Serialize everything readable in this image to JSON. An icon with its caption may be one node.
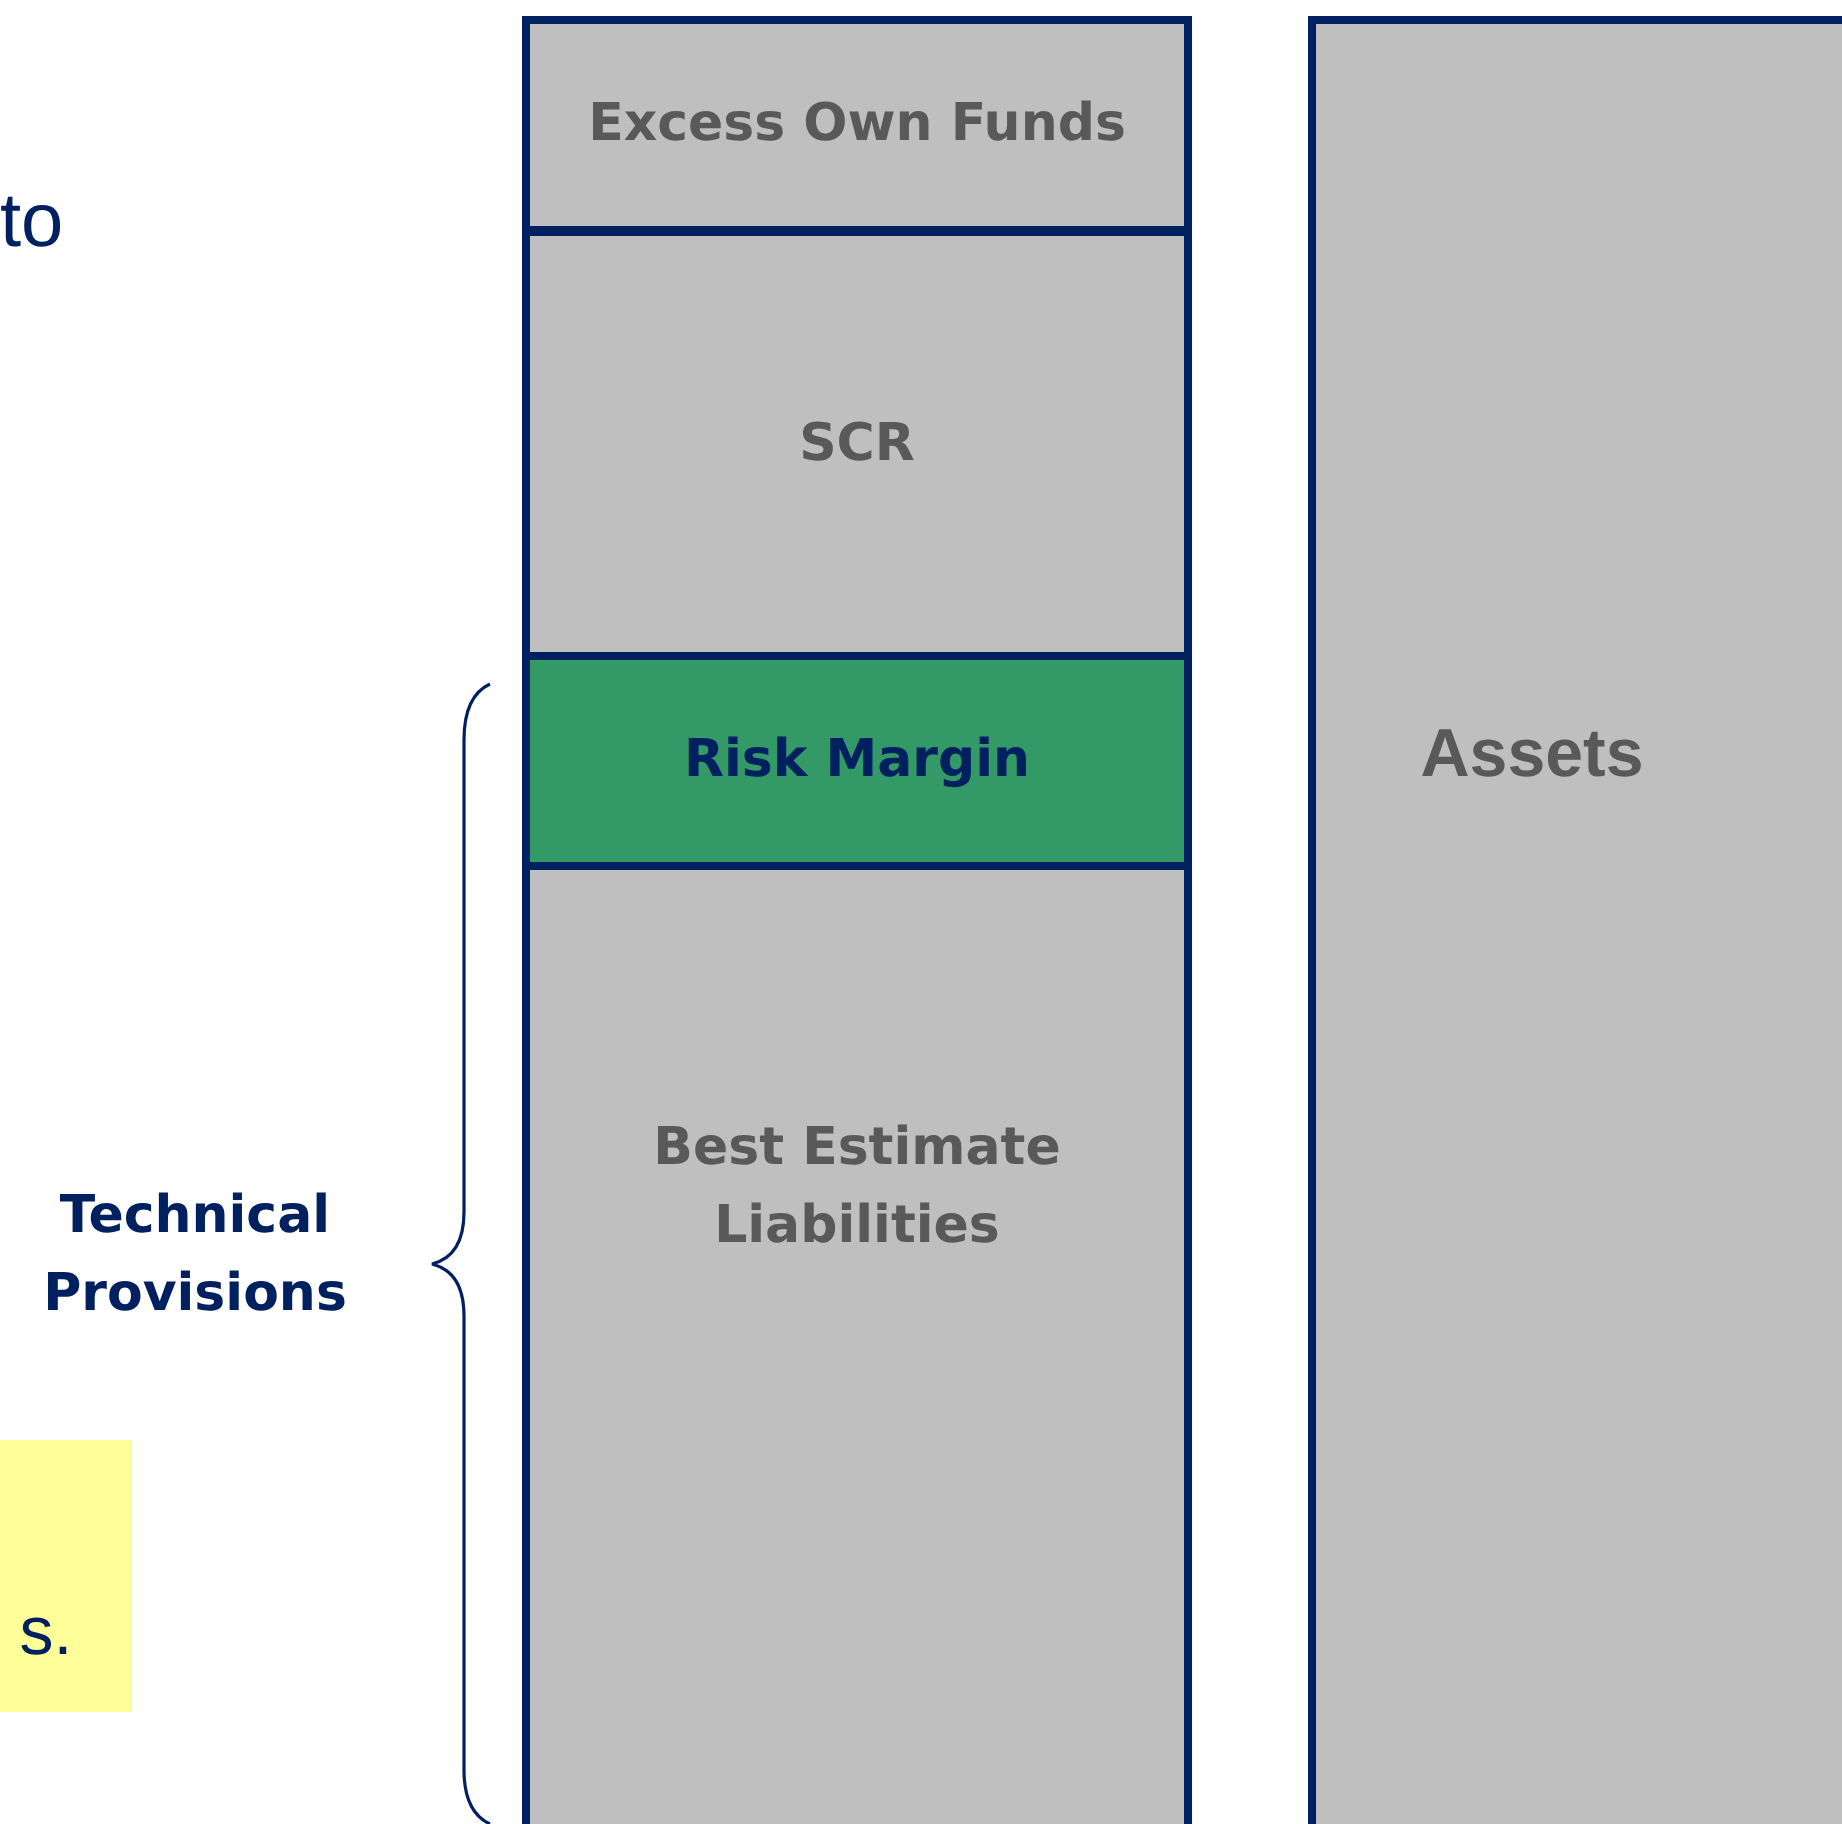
{
  "diagram": {
    "nodes": [
      {
        "text": [
          "Excess Own Funds"
        ]
      },
      {
        "text": [
          "SCR"
        ]
      },
      {
        "text": [
          "Risk Margin"
        ]
      },
      {
        "text": [
          "Best Estimate Liabilities"
        ]
      },
      {
        "text": [
          "Assets"
        ]
      },
      {
        "text": [
          "Technical Provisions"
        ]
      },
      {
        "text": [
          "s."
        ]
      }
    ],
    "labels": [
      "to"
    ]
  }
}
